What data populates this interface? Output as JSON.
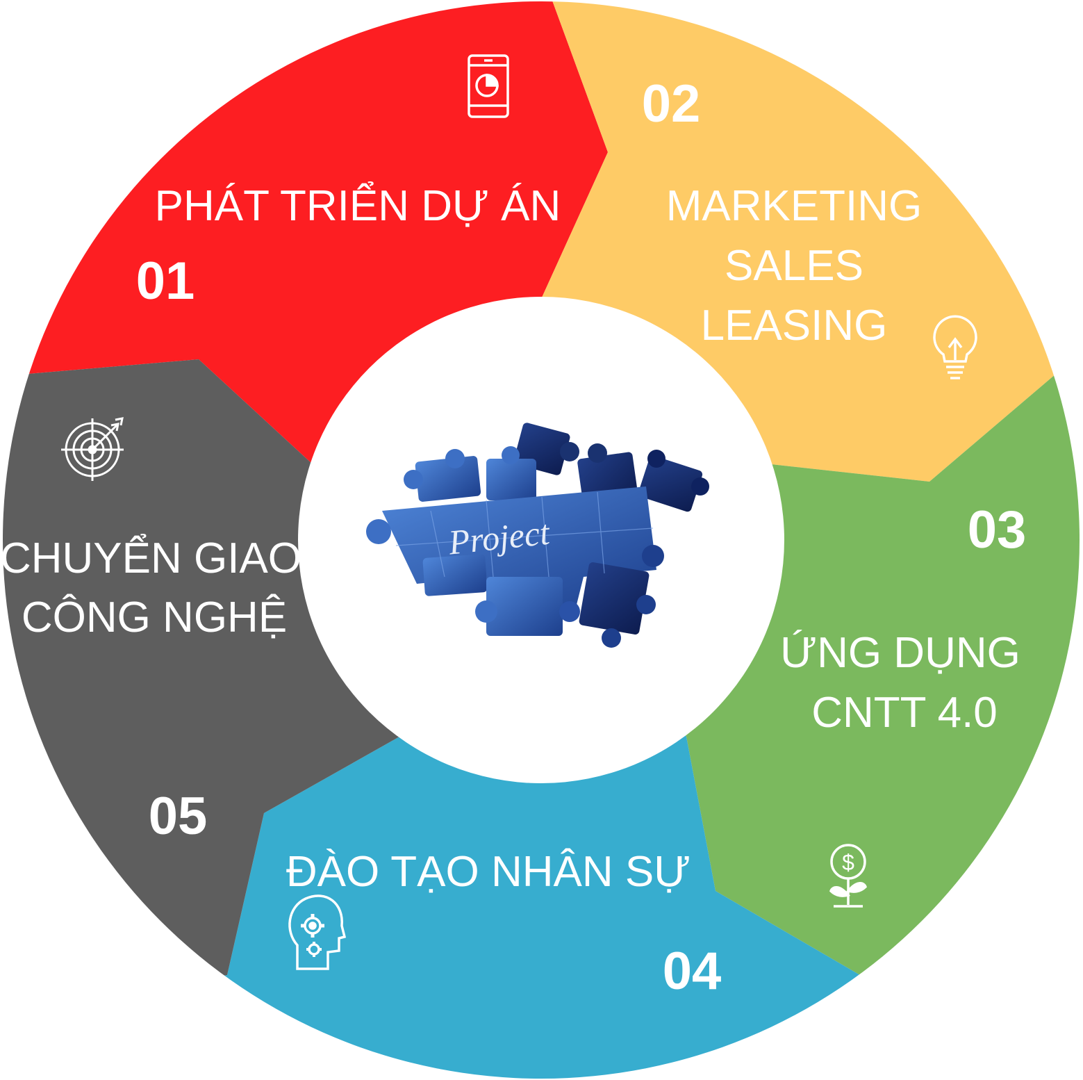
{
  "center": {
    "puzzle_word": "Project"
  },
  "segments": [
    {
      "number": "01",
      "lines": [
        "PHÁT TRIỂN DỰ ÁN"
      ],
      "color": "#fd1e22",
      "icon": "tablet-chart-icon"
    },
    {
      "number": "02",
      "lines": [
        "MARKETING",
        "SALES",
        "LEASING"
      ],
      "color": "#fecb66",
      "icon": "light-bulb-icon"
    },
    {
      "number": "03",
      "lines": [
        "ỨNG DỤNG",
        "CNTT 4.0"
      ],
      "color": "#7bb95e",
      "icon": "money-plant-icon"
    },
    {
      "number": "04",
      "lines": [
        "ĐÀO TẠO NHÂN SỰ"
      ],
      "color": "#37adcf",
      "icon": "head-gears-icon"
    },
    {
      "number": "05",
      "lines": [
        "CHUYỂN GIAO",
        "CÔNG NGHỆ"
      ],
      "color": "#5e5e5e",
      "icon": "target-icon"
    }
  ]
}
